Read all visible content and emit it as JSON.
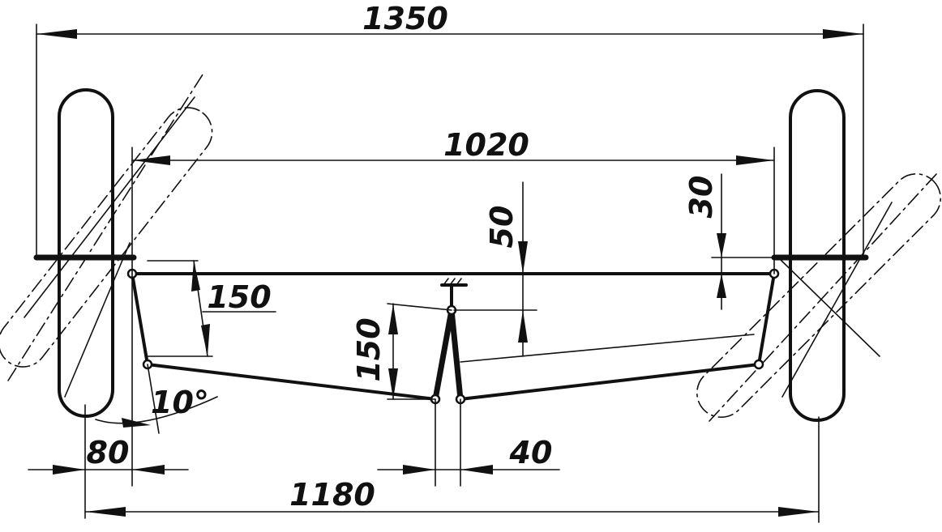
{
  "dimensions": {
    "track_outer": "1350",
    "pivot_span": "1020",
    "front_to_axle": "50",
    "right_offset": "30",
    "arm_length_left": "150",
    "arm_length_center": "150",
    "angle": "10°",
    "kingpin_offset": "80",
    "center_gap": "40",
    "wheel_track": "1180"
  }
}
